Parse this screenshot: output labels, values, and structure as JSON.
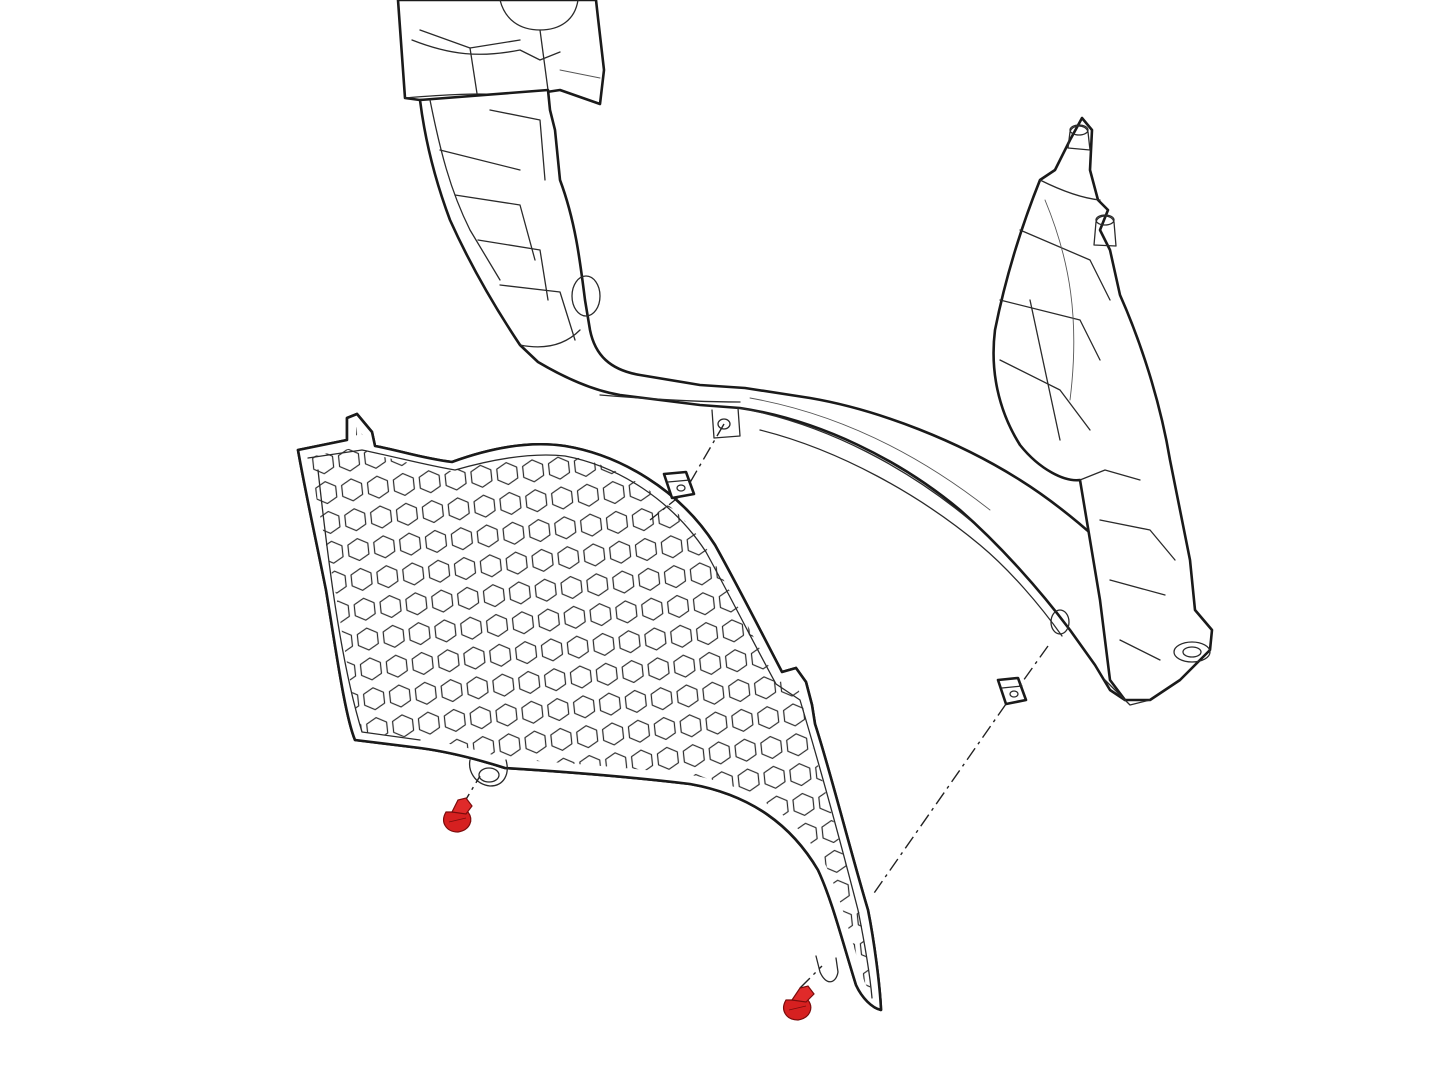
{
  "diagram": {
    "type": "exploded-assembly-line-drawing",
    "background_color": "#ffffff",
    "line_color": "#1a1a1a",
    "highlight_color": "#d62020",
    "parts": [
      {
        "id": "radiator-guard-grille",
        "icon": "honeycomb-mesh-panel"
      },
      {
        "id": "mounting-bracket-frame",
        "icon": "curved-bracket"
      },
      {
        "id": "upper-speed-nut-clip",
        "icon": "clip-nut"
      },
      {
        "id": "lower-speed-nut-clip",
        "icon": "clip-nut"
      },
      {
        "id": "left-screw",
        "icon": "screw",
        "highlighted": true
      },
      {
        "id": "bottom-screw",
        "icon": "screw",
        "highlighted": true
      }
    ],
    "alignment_lines": [
      {
        "id": "upper-alignment-line",
        "from": "upper-speed-nut-clip",
        "to": "mounting-bracket-frame"
      },
      {
        "id": "lower-alignment-line",
        "from": "lower-speed-nut-clip",
        "to": "radiator-guard-grille"
      }
    ]
  }
}
